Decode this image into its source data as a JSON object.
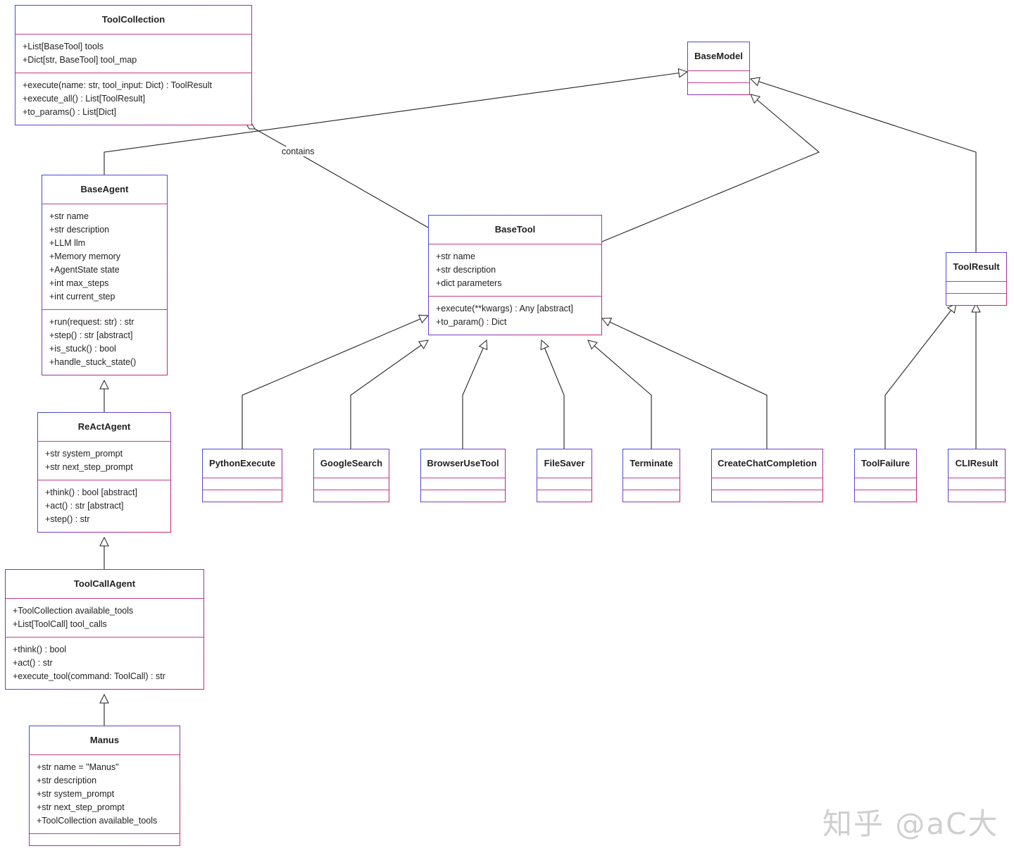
{
  "classes": {
    "toolcollection": {
      "name": "ToolCollection",
      "attributes": [
        "+List[BaseTool] tools",
        "+Dict[str, BaseTool] tool_map"
      ],
      "methods": [
        "+execute(name: str, tool_input: Dict) : ToolResult",
        "+execute_all() : List[ToolResult]",
        "+to_params() : List[Dict]"
      ]
    },
    "basemodel": {
      "name": "BaseModel",
      "attributes": [],
      "methods": []
    },
    "baseagent": {
      "name": "BaseAgent",
      "attributes": [
        "+str name",
        "+str description",
        "+LLM llm",
        "+Memory memory",
        "+AgentState state",
        "+int max_steps",
        "+int current_step"
      ],
      "methods": [
        "+run(request: str) : str",
        "+step() : str [abstract]",
        "+is_stuck() : bool",
        "+handle_stuck_state()"
      ]
    },
    "basetool": {
      "name": "BaseTool",
      "attributes": [
        "+str name",
        "+str description",
        "+dict parameters"
      ],
      "methods": [
        "+execute(**kwargs) : Any [abstract]",
        "+to_param() : Dict"
      ]
    },
    "toolresult": {
      "name": "ToolResult",
      "attributes": [],
      "methods": []
    },
    "reactagent": {
      "name": "ReActAgent",
      "attributes": [
        "+str system_prompt",
        "+str next_step_prompt"
      ],
      "methods": [
        "+think() : bool [abstract]",
        "+act() : str [abstract]",
        "+step() : str"
      ]
    },
    "pythonexecute": {
      "name": "PythonExecute",
      "attributes": [],
      "methods": []
    },
    "googlesearch": {
      "name": "GoogleSearch",
      "attributes": [],
      "methods": []
    },
    "browserusetool": {
      "name": "BrowserUseTool",
      "attributes": [],
      "methods": []
    },
    "filesaver": {
      "name": "FileSaver",
      "attributes": [],
      "methods": []
    },
    "terminate": {
      "name": "Terminate",
      "attributes": [],
      "methods": []
    },
    "createchatcompletion": {
      "name": "CreateChatCompletion",
      "attributes": [],
      "methods": []
    },
    "toolfailure": {
      "name": "ToolFailure",
      "attributes": [],
      "methods": []
    },
    "cliresult": {
      "name": "CLIResult",
      "attributes": [],
      "methods": []
    },
    "toolcallagent": {
      "name": "ToolCallAgent",
      "attributes": [
        "+ToolCollection available_tools",
        "+List[ToolCall] tool_calls"
      ],
      "methods": [
        "+think() : bool",
        "+act() : str",
        "+execute_tool(command: ToolCall) : str"
      ]
    },
    "manus": {
      "name": "Manus",
      "attributes": [
        "+str name = \"Manus\"",
        "+str description",
        "+str system_prompt",
        "+str next_step_prompt",
        "+ToolCollection available_tools"
      ],
      "methods": []
    }
  },
  "relations": {
    "contains_label": "contains"
  },
  "watermark": "知乎 @aC大"
}
